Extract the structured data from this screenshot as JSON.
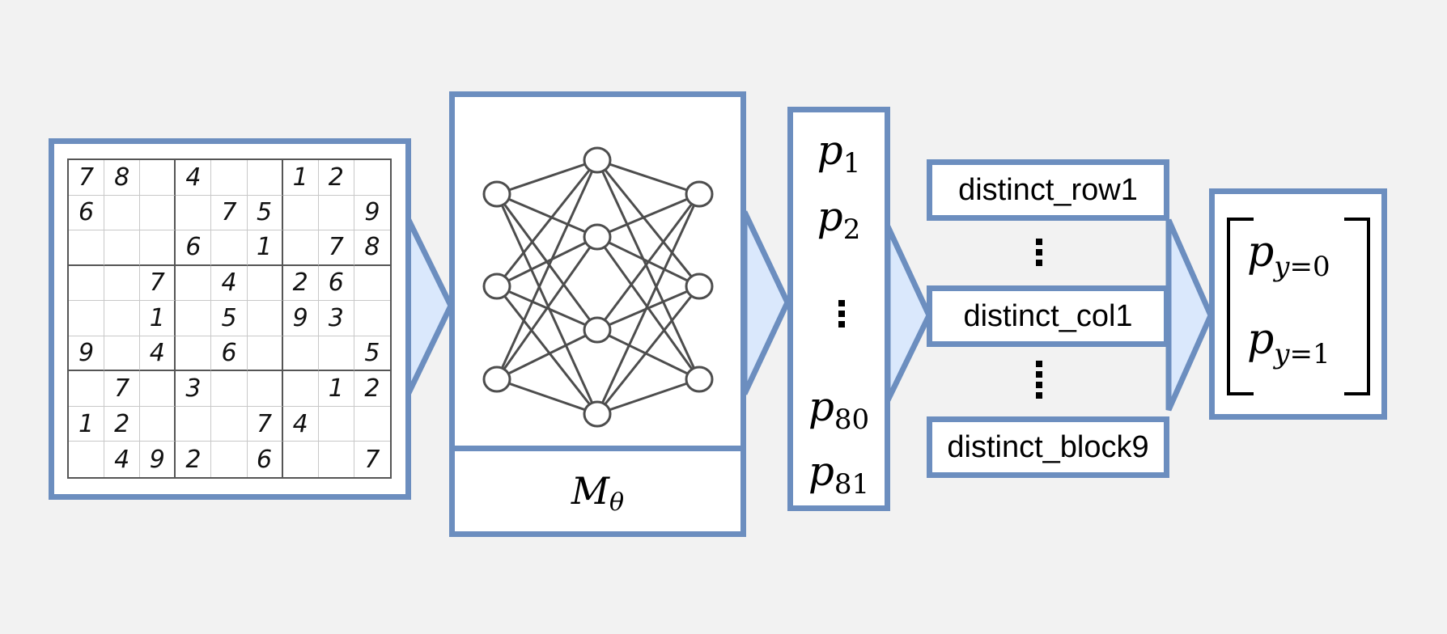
{
  "colors": {
    "background": "#f2f2f2",
    "box_border": "#6c8ebf",
    "arrow_fill": "#dae8fc",
    "network_stroke": "#4d4d4d"
  },
  "sudoku": {
    "grid": [
      [
        "7",
        "8",
        "",
        "4",
        "",
        "",
        "1",
        "2",
        ""
      ],
      [
        "6",
        "",
        "",
        "",
        "7",
        "5",
        "",
        "",
        "9"
      ],
      [
        "",
        "",
        "",
        "6",
        "",
        "1",
        "",
        "7",
        "8"
      ],
      [
        "",
        "",
        "7",
        "",
        "4",
        "",
        "2",
        "6",
        ""
      ],
      [
        "",
        "",
        "1",
        "",
        "5",
        "",
        "9",
        "3",
        ""
      ],
      [
        "9",
        "",
        "4",
        "",
        "6",
        "",
        "",
        "",
        "5"
      ],
      [
        "",
        "7",
        "",
        "3",
        "",
        "",
        "",
        "1",
        "2"
      ],
      [
        "1",
        "2",
        "",
        "",
        "",
        "7",
        "4",
        "",
        ""
      ],
      [
        "",
        "4",
        "9",
        "2",
        "",
        "6",
        "",
        "",
        "7"
      ]
    ]
  },
  "model": {
    "label": "M",
    "label_sub": "θ",
    "network": {
      "layers": [
        3,
        4,
        3
      ]
    }
  },
  "probabilities": {
    "base": "p",
    "items": [
      "1",
      "2",
      "80",
      "81"
    ],
    "ellipsis": "⋮"
  },
  "constraints": {
    "items": [
      "distinct_row1",
      "distinct_col1",
      "distinct_block9"
    ],
    "ellipsis": "⋮"
  },
  "output": {
    "base": "p",
    "entries": [
      {
        "var": "y",
        "rel": "=0"
      },
      {
        "var": "y",
        "rel": "=1"
      }
    ]
  }
}
